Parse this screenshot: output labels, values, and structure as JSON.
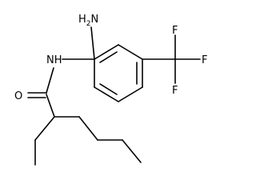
{
  "molecule": {
    "atoms": {
      "amine_h": "H",
      "amine_h_count": "2",
      "amine_n": "N",
      "amide_nh": "NH",
      "carbonyl_o": "O",
      "fluorine_top": "F",
      "fluorine_right": "F",
      "fluorine_bottom": "F"
    }
  }
}
